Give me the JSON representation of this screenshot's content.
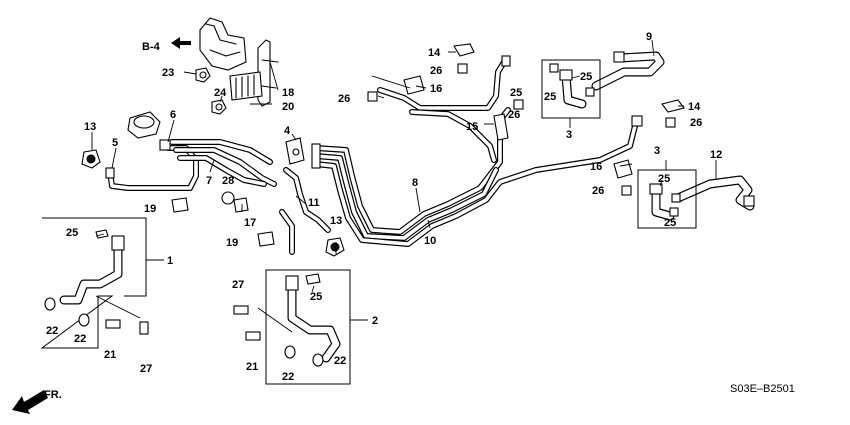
{
  "diagram": {
    "drawing_code": "S03E–B2501",
    "reference": "B-4",
    "front_indicator": "FR.",
    "callouts": [
      {
        "id": "c1",
        "label": "1"
      },
      {
        "id": "c2",
        "label": "2"
      },
      {
        "id": "c3a",
        "label": "3"
      },
      {
        "id": "c3b",
        "label": "3"
      },
      {
        "id": "c4",
        "label": "4"
      },
      {
        "id": "c5",
        "label": "5"
      },
      {
        "id": "c6",
        "label": "6"
      },
      {
        "id": "c7",
        "label": "7"
      },
      {
        "id": "c8",
        "label": "8"
      },
      {
        "id": "c9",
        "label": "9"
      },
      {
        "id": "c10",
        "label": "10"
      },
      {
        "id": "c11",
        "label": "11"
      },
      {
        "id": "c12",
        "label": "12"
      },
      {
        "id": "c13a",
        "label": "13"
      },
      {
        "id": "c13b",
        "label": "13"
      },
      {
        "id": "c14a",
        "label": "14"
      },
      {
        "id": "c14b",
        "label": "14"
      },
      {
        "id": "c15",
        "label": "15"
      },
      {
        "id": "c16a",
        "label": "16"
      },
      {
        "id": "c16b",
        "label": "16"
      },
      {
        "id": "c17",
        "label": "17"
      },
      {
        "id": "c18",
        "label": "18"
      },
      {
        "id": "c19a",
        "label": "19"
      },
      {
        "id": "c19b",
        "label": "19"
      },
      {
        "id": "c20",
        "label": "20"
      },
      {
        "id": "c21a",
        "label": "21"
      },
      {
        "id": "c21b",
        "label": "21"
      },
      {
        "id": "c22a",
        "label": "22"
      },
      {
        "id": "c22b",
        "label": "22"
      },
      {
        "id": "c22c",
        "label": "22"
      },
      {
        "id": "c22d",
        "label": "22"
      },
      {
        "id": "c23",
        "label": "23"
      },
      {
        "id": "c24",
        "label": "24"
      },
      {
        "id": "c25a",
        "label": "25"
      },
      {
        "id": "c25b",
        "label": "25"
      },
      {
        "id": "c25c",
        "label": "25"
      },
      {
        "id": "c25d",
        "label": "25"
      },
      {
        "id": "c25e",
        "label": "25"
      },
      {
        "id": "c25f",
        "label": "25"
      },
      {
        "id": "c25g",
        "label": "25"
      },
      {
        "id": "c26a",
        "label": "26"
      },
      {
        "id": "c26b",
        "label": "26"
      },
      {
        "id": "c26c",
        "label": "26"
      },
      {
        "id": "c26d",
        "label": "26"
      },
      {
        "id": "c26e",
        "label": "26"
      },
      {
        "id": "c27a",
        "label": "27"
      },
      {
        "id": "c27b",
        "label": "27"
      },
      {
        "id": "c28",
        "label": "28"
      }
    ]
  }
}
